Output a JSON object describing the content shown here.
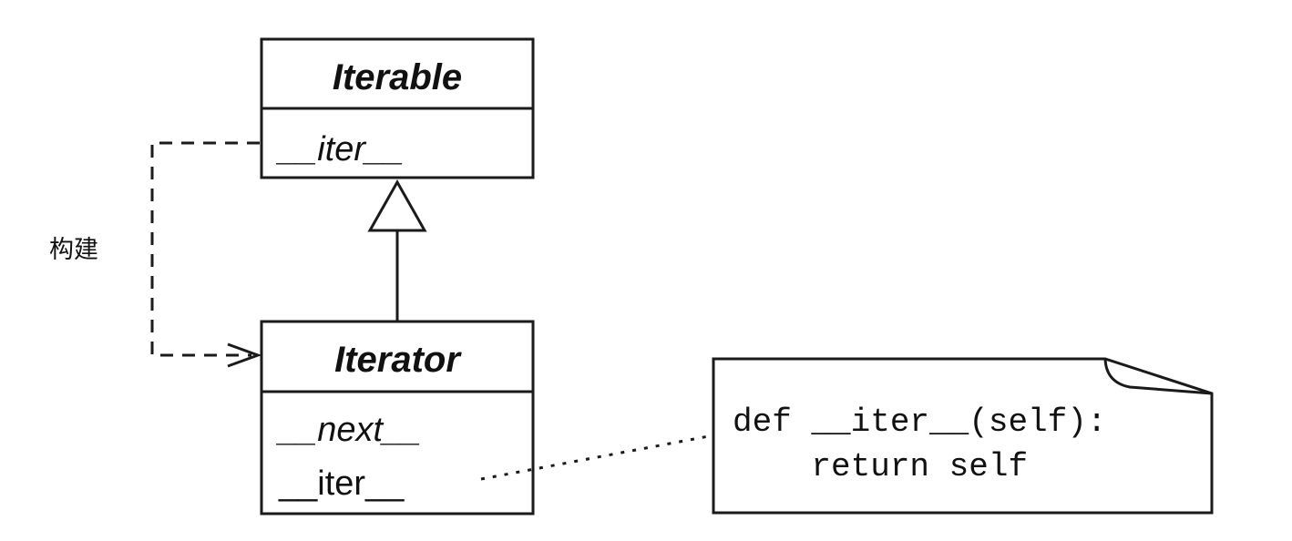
{
  "classes": {
    "iterable": {
      "name": "Iterable",
      "methods": [
        "__iter__"
      ]
    },
    "iterator": {
      "name": "Iterator",
      "methods": [
        "__next__",
        "__iter__"
      ]
    }
  },
  "relations": {
    "build_label": "构建"
  },
  "note": {
    "line1": "def __iter__(self):",
    "line2": "    return self"
  },
  "colors": {
    "stroke": "#1a1a1a",
    "text": "#111111",
    "background": "#ffffff"
  }
}
